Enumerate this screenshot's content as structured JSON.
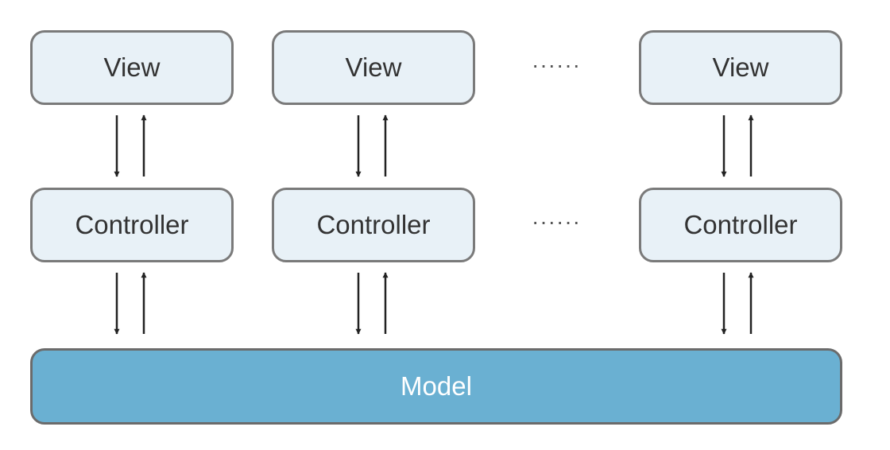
{
  "columns": [
    {
      "view": "View",
      "controller": "Controller"
    },
    {
      "view": "View",
      "controller": "Controller"
    },
    {
      "view": "View",
      "controller": "Controller"
    }
  ],
  "ellipsis": {
    "views": "······",
    "controllers": "······"
  },
  "model": {
    "label": "Model"
  },
  "colors": {
    "box_fill": "#e8f1f7",
    "box_border": "#7a7a7a",
    "model_fill": "#6ab0d2",
    "model_text": "#ffffff",
    "arrow": "#222222"
  }
}
